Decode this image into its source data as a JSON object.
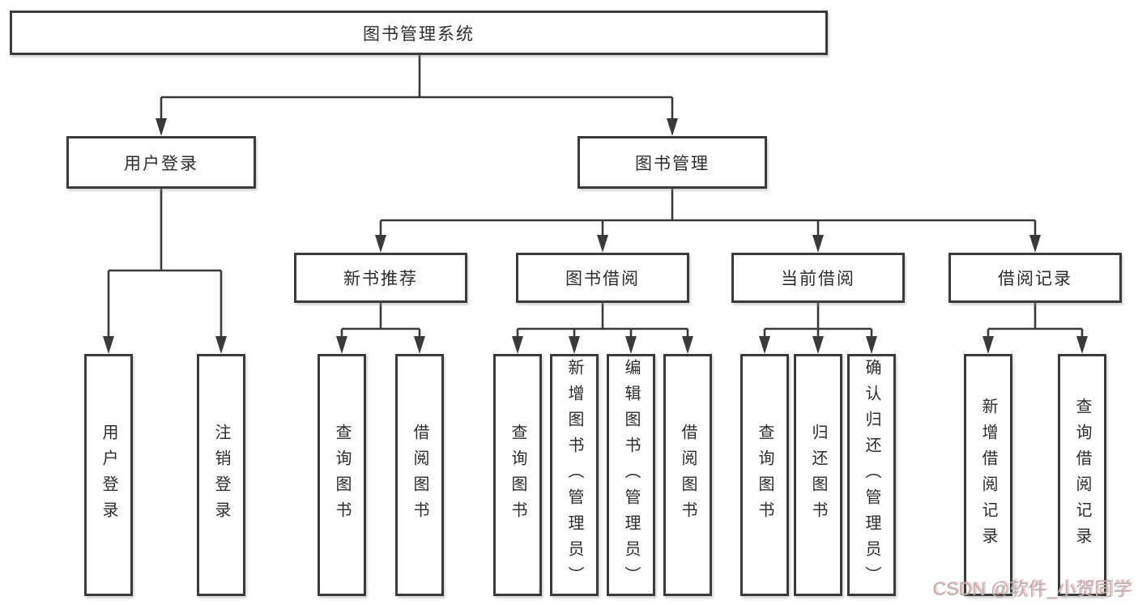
{
  "title": "图书管理系统",
  "level2": [
    {
      "id": "user-login",
      "label": "用户登录"
    },
    {
      "id": "book-management",
      "label": "图书管理"
    }
  ],
  "level3": [
    {
      "id": "new-book-recommendation",
      "parent": "图书管理",
      "label": "新书推荐"
    },
    {
      "id": "book-borrowing",
      "parent": "图书管理",
      "label": "图书借阅"
    },
    {
      "id": "current-borrowing",
      "parent": "图书管理",
      "label": "当前借阅"
    },
    {
      "id": "borrowing-records",
      "parent": "图书管理",
      "label": "借阅记录"
    }
  ],
  "leaves": [
    {
      "parent": "用户登录",
      "label": "用户登录"
    },
    {
      "parent": "用户登录",
      "label": "注销登录"
    },
    {
      "parent": "新书推荐",
      "label": "查询图书"
    },
    {
      "parent": "新书推荐",
      "label": "借阅图书"
    },
    {
      "parent": "图书借阅",
      "label": "查询图书"
    },
    {
      "parent": "图书借阅",
      "label": "新增图书（管理员）"
    },
    {
      "parent": "图书借阅",
      "label": "编辑图书（管理员）"
    },
    {
      "parent": "图书借阅",
      "label": "借阅图书"
    },
    {
      "parent": "当前借阅",
      "label": "查询图书"
    },
    {
      "parent": "当前借阅",
      "label": "归还图书"
    },
    {
      "parent": "当前借阅",
      "label": "确认归还（管理员）"
    },
    {
      "parent": "借阅记录",
      "label": "新增借阅记录"
    },
    {
      "parent": "借阅记录",
      "label": "查询借阅记录"
    }
  ],
  "watermark": {
    "text": "CSDN @软件_小贺同学",
    "color": "#b5b5b5",
    "shadow_color": "#f47a7a"
  },
  "colors": {
    "line": "#3a3a3a",
    "box_border": "#3b3b3b",
    "text": "#2d2d2d",
    "background": "#ffffff"
  }
}
